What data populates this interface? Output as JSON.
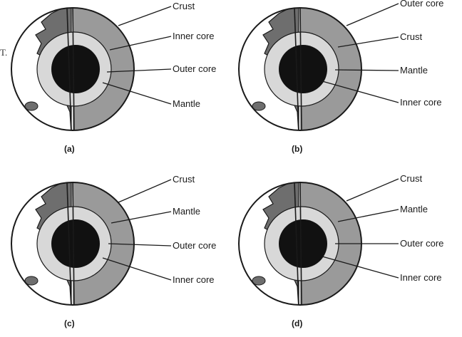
{
  "margin_mark": "T.",
  "colors": {
    "ink": "#1a1a1a",
    "mantle": "#9a9a9a",
    "outer_core": "#d8d8d8",
    "inner_core": "#111111",
    "land": "#6e6e6e",
    "ocean": "#ffffff"
  },
  "panels": [
    {
      "caption": "(a)",
      "labels": [
        "Crust",
        "Inner core",
        "Outer core",
        "Mantle"
      ]
    },
    {
      "caption": "(b)",
      "labels": [
        "Outer core",
        "Crust",
        "Mantle",
        "Inner core"
      ]
    },
    {
      "caption": "(c)",
      "labels": [
        "Crust",
        "Mantle",
        "Outer core",
        "Inner core"
      ]
    },
    {
      "caption": "(d)",
      "labels": [
        "Crust",
        "Mantle",
        "Outer core",
        "Inner core"
      ]
    }
  ]
}
